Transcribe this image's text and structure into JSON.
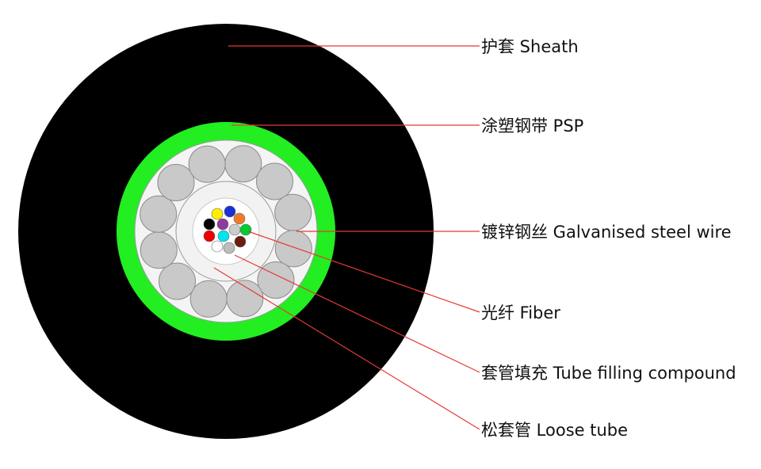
{
  "diagram": {
    "labels": {
      "sheath": "护套  Sheath",
      "psp": "涂塑钢带  PSP",
      "steel_wire": "镀锌钢丝 Galvanised steel wire",
      "fiber": "光纤 Fiber",
      "filling": "套管填充 Tube filling compound",
      "loose_tube": "松套管  Loose tube"
    },
    "colors": {
      "sheath": "#000000",
      "psp": "#22ee22",
      "wire_fill": "#c9c9c9",
      "wire_stroke": "#8a8a8a",
      "tube_fill": "#f2f2f2",
      "leader": "#e53935"
    },
    "fibers": [
      {
        "name": "fiber-yellow",
        "color": "#ffee00"
      },
      {
        "name": "fiber-blue",
        "color": "#1a2fd6"
      },
      {
        "name": "fiber-black",
        "color": "#000000"
      },
      {
        "name": "fiber-purple",
        "color": "#8e3aa0"
      },
      {
        "name": "fiber-orange",
        "color": "#f07a2a"
      },
      {
        "name": "fiber-red",
        "color": "#ee0000"
      },
      {
        "name": "fiber-cyan",
        "color": "#00e5f0"
      },
      {
        "name": "fiber-gray",
        "color": "#cccccc"
      },
      {
        "name": "fiber-green",
        "color": "#00cc33"
      },
      {
        "name": "fiber-white",
        "color": "#ffffff"
      },
      {
        "name": "fiber-silver",
        "color": "#bdbdbd"
      },
      {
        "name": "fiber-brown",
        "color": "#6a1d10"
      }
    ]
  }
}
